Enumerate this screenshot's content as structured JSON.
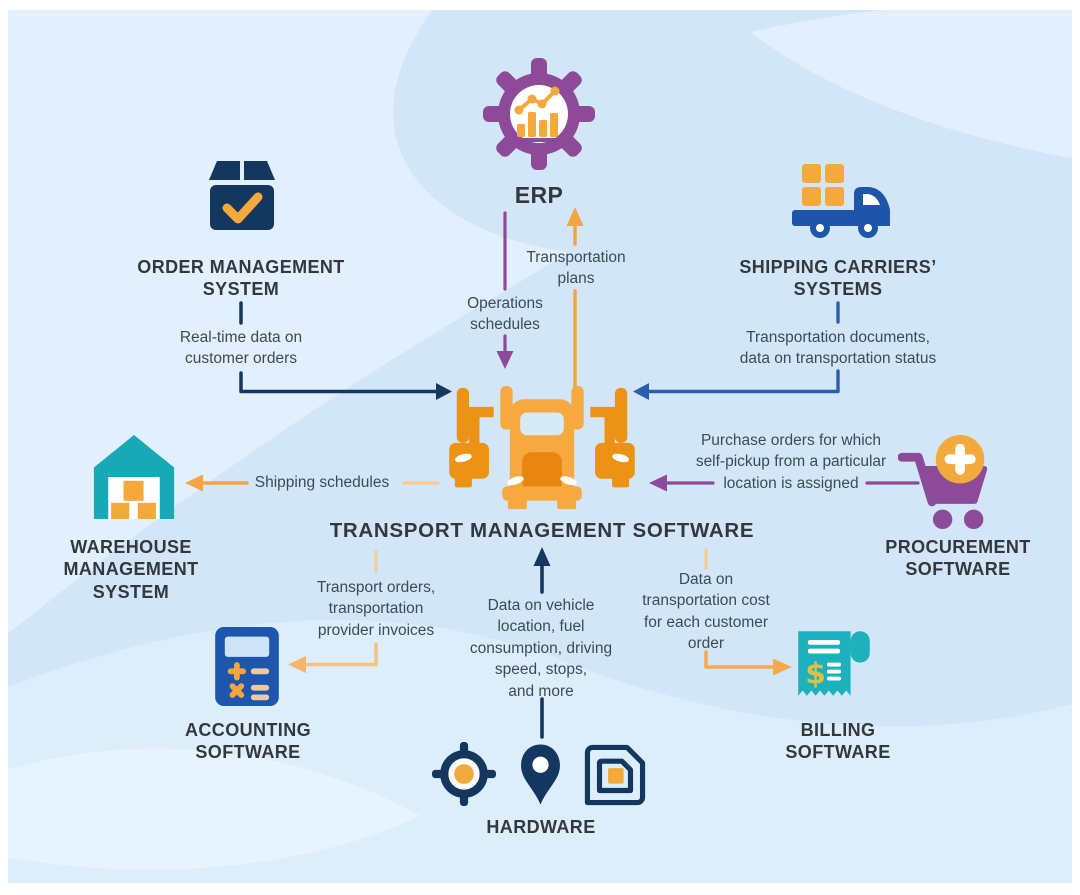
{
  "title": "TRANSPORT MANAGEMENT SOFTWARE",
  "nodes": {
    "erp": {
      "label": "ERP",
      "icon": "gear-analytics-icon"
    },
    "order_management": {
      "label": "ORDER MANAGEMENT\nSYSTEM",
      "icon": "package-check-icon"
    },
    "shipping_carriers": {
      "label": "SHIPPING CARRIERS’\nSYSTEMS",
      "icon": "delivery-truck-icon"
    },
    "transport_management": {
      "label": "TRANSPORT MANAGEMENT SOFTWARE",
      "icon": "semi-truck-icon"
    },
    "warehouse_management": {
      "label": "WAREHOUSE\nMANAGEMENT\nSYSTEM",
      "icon": "warehouse-icon"
    },
    "procurement": {
      "label": "PROCUREMENT\nSOFTWARE",
      "icon": "shopping-cart-plus-icon"
    },
    "accounting": {
      "label": "ACCOUNTING\nSOFTWARE",
      "icon": "calculator-icon"
    },
    "billing": {
      "label": "BILLING\nSOFTWARE",
      "icon": "receipt-dollar-icon"
    },
    "hardware": {
      "label": "HARDWARE",
      "icons": [
        "gps-tracker-icon",
        "location-pin-icon",
        "rfid-tag-icon"
      ]
    }
  },
  "edges": {
    "erp_to_tms": {
      "label": "Operations\nschedules",
      "from": "ERP",
      "to": "Transport Management Software"
    },
    "tms_to_erp": {
      "label": "Transportation\nplans",
      "from": "Transport Management Software",
      "to": "ERP"
    },
    "oms_to_tms": {
      "label": "Real-time data on\ncustomer orders",
      "from": "Order Management System",
      "to": "Transport Management Software"
    },
    "carriers_to_tms": {
      "label": "Transportation documents,\ndata on transportation status",
      "from": "Shipping Carriers’ Systems",
      "to": "Transport Management Software"
    },
    "tms_to_wms": {
      "label": "Shipping schedules",
      "from": "Transport Management Software",
      "to": "Warehouse Management System"
    },
    "procurement_to_tms": {
      "label": "Purchase orders for which\nself-pickup from a particular\nlocation is assigned",
      "from": "Procurement Software",
      "to": "Transport Management Software"
    },
    "tms_to_accounting": {
      "label": "Transport orders,\ntransportation\nprovider invoices",
      "from": "Transport Management Software",
      "to": "Accounting Software"
    },
    "hardware_to_tms": {
      "label": "Data on vehicle\nlocation, fuel\nconsumption, driving\nspeed, stops,\nand more",
      "from": "Hardware",
      "to": "Transport Management Software"
    },
    "tms_to_billing": {
      "label": "Data on\ntransportation cost\nfor each customer\norder",
      "from": "Transport Management Software",
      "to": "Billing Software"
    }
  },
  "icons": {
    "billing_dollar_glyph": "$"
  },
  "colors": {
    "background": "#d2e6f7",
    "wave_light": "#e1f0fc",
    "navy": "#17375f",
    "blue": "#2b5fae",
    "royal_blue": "#1e56ad",
    "purple": "#8d4a98",
    "teal": "#1aa9b8",
    "orange": "#f3a93c",
    "orange_dark": "#e8860f",
    "orange_pale": "#f6cb98",
    "heading_text": "#33383f",
    "edge_text": "#3e4a57"
  }
}
